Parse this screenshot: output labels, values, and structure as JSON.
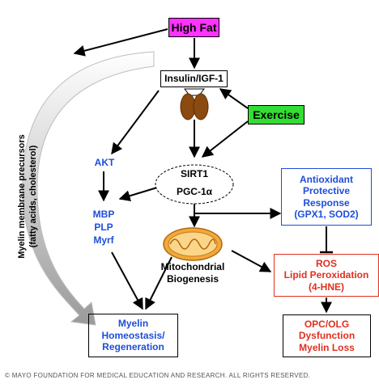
{
  "nodes": {
    "high_fat": "High Fat",
    "insulin": "Insulin/IGF-1",
    "exercise": "Exercise",
    "akt": "AKT",
    "sirt1": "SIRT1",
    "pgc": "PGC-1α",
    "mbp": "MBP",
    "plp": "PLP",
    "myrf": "Myrf",
    "antioxidant": [
      "Antioxidant",
      "Protective",
      "Response",
      "(GPX1, SOD2)"
    ],
    "mito": [
      "Mitochondrial",
      "Biogenesis"
    ],
    "ros": [
      "ROS",
      "Lipid Peroxidation",
      "(4-HNE)"
    ],
    "myelin": [
      "Myelin",
      "Homeostasis/",
      "Regeneration"
    ],
    "opc": [
      "OPC/OLG",
      "Dysfunction",
      "Myelin Loss"
    ],
    "precursors": [
      "Myelin membrane precursors",
      "(fatty acids, cholesterol)"
    ]
  },
  "colors": {
    "high_fat": "#ff33ff",
    "exercise": "#33dd33",
    "blue": "#1f4ed8",
    "red": "#e0301e"
  },
  "footer": "© MAYO FOUNDATION FOR MEDICAL EDUCATION AND RESEARCH. ALL RIGHTS RESERVED."
}
